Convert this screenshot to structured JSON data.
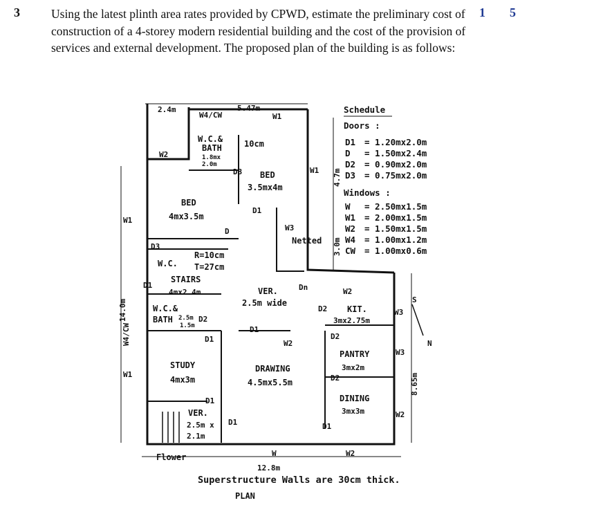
{
  "question": {
    "number": "3",
    "text": "Using the latest plinth area rates provided by CPWD, estimate the preliminary cost of construction of a 4-storey modern residential building and the cost of the provision of services and external development. The proposed plan of the building is as follows:",
    "co": "1",
    "marks": "5"
  },
  "plan": {
    "dims": {
      "top_left": "2.4m",
      "top_mid": "5.47m",
      "left_height": "14.0m",
      "bottom_width": "12.8m",
      "right_lower": "8.65m",
      "right_upper_a": "4.7m",
      "right_upper_b": "3.0m"
    },
    "rooms": {
      "wc_bath_top": "W.C.&",
      "wc_bath_top2": "BATH",
      "wc_bath_top_size1": "1.8mx",
      "wc_bath_top_size2": "2.0m",
      "gap_10cm": "10cm",
      "bed2_name": "BED",
      "bed2_size": "3.5mx4m",
      "bed1_name": "BED",
      "bed1_size": "4mx3.5m",
      "riser": "R=10cm",
      "tread": "T=27cm",
      "wc_mid": "W.C.",
      "stairs_name": "STAIRS",
      "stairs_size": "4mx2.4m",
      "ver_mid_name": "VER.",
      "ver_mid_size": "2.5m wide",
      "wc_bath_low1": "W.C.&",
      "wc_bath_low2": "BATH",
      "wc_bath_low_size1": "2.5m",
      "wc_bath_low_size2": "1.5m",
      "study_name": "STUDY",
      "study_size": "4mx3m",
      "drawing_name": "DRAWING",
      "drawing_size": "4.5mx5.5m",
      "kit_name": "KIT.",
      "kit_size": "3mx2.75m",
      "pantry_name": "PANTRY",
      "pantry_size": "3mx2m",
      "dining_name": "DINING",
      "dining_size": "3mx3m",
      "ver_low_name": "VER.",
      "ver_low_size1": "2.5m x",
      "ver_low_size2": "2.1m",
      "netted": "Netted",
      "flower": "Flower"
    },
    "tags": {
      "w": "W",
      "w1": "W1",
      "w2": "W2",
      "w3": "W3",
      "w4": "W4",
      "cw": "CW",
      "w4cw": "W4/CW",
      "d": "D",
      "d1": "D1",
      "d2": "D2",
      "d3": "D3",
      "dn": "Dn",
      "s": "S",
      "n": "N"
    },
    "schedule": {
      "title": "Schedule",
      "doors_header": "Doors :",
      "doors": [
        {
          "tag": "D1",
          "spec": "= 1.20mx2.0m"
        },
        {
          "tag": "D",
          "spec": "= 1.50mx2.4m"
        },
        {
          "tag": "D2",
          "spec": "= 0.90mx2.0m"
        },
        {
          "tag": "D3",
          "spec": "= 0.75mx2.0m"
        }
      ],
      "windows_header": "Windows :",
      "windows": [
        {
          "tag": "W",
          "spec": "= 2.50mx1.5m"
        },
        {
          "tag": "W1",
          "spec": "= 2.00mx1.5m"
        },
        {
          "tag": "W2",
          "spec": "= 1.50mx1.5m"
        },
        {
          "tag": "W4",
          "spec": "= 1.00mx1.2m"
        },
        {
          "tag": "CW",
          "spec": "= 1.00mx0.6m"
        }
      ]
    },
    "footer": {
      "walls_note": "Superstructure Walls are 30cm thick.",
      "plan_label": "PLAN"
    }
  }
}
